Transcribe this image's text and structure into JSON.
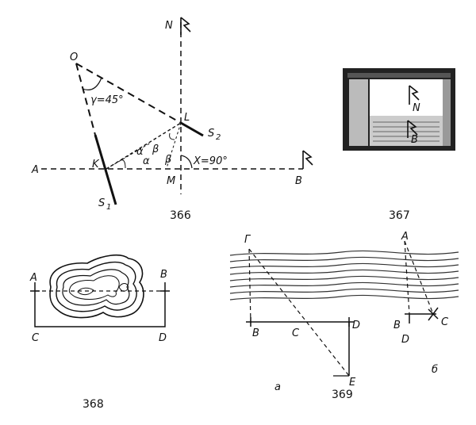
{
  "fig366": {
    "caption": "366",
    "labels": {
      "N": "N",
      "O": "O",
      "L": "L",
      "S2": "S",
      "S2_sub": "2",
      "A": "A",
      "K": "K",
      "M": "M",
      "B": "B",
      "S1": "S",
      "S1_sub": "1",
      "gamma": "γ=45°",
      "x_angle": "X=90°",
      "alpha1": "α",
      "beta1": "β",
      "alpha2": "α",
      "beta2": "β"
    }
  },
  "fig367": {
    "caption": "367",
    "labels": {
      "N": "N",
      "B": "B"
    }
  },
  "fig368": {
    "caption": "368",
    "labels": {
      "A": "A",
      "B": "B",
      "C": "C",
      "D": "D"
    }
  },
  "fig369": {
    "caption": "369",
    "part_a_label": "а",
    "part_b_label": "б",
    "labels_a": {
      "G": "Г",
      "B": "B",
      "C": "C",
      "D": "D",
      "E": "E"
    },
    "labels_b": {
      "A": "A",
      "B": "B",
      "C": "C",
      "D": "D"
    }
  },
  "colors": {
    "ink": "#111111",
    "water": "#777777"
  }
}
